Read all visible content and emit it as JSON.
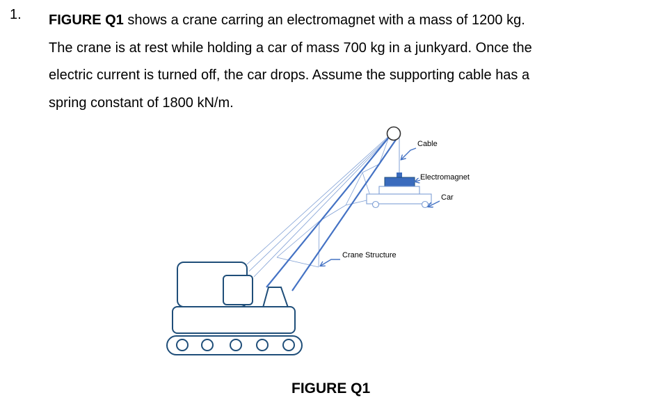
{
  "question": {
    "number": "1.",
    "figure_ref": "FIGURE  Q1",
    "lines": [
      " shows a crane carring an electromagnet with a mass of 1200 kg.",
      "The crane is at rest while holding a car of mass 700 kg in a junkyard. Once the",
      "electric current is turned off, the car drops. Assume the supporting cable has a",
      "spring constant of 1800 kN/m."
    ]
  },
  "figure": {
    "labels": {
      "cable": "Cable",
      "electromagnet": "Electromagnet",
      "car": "Car",
      "crane_structure": "Crane Structure"
    },
    "caption": "FIGURE  Q1",
    "colors": {
      "outline": "#1f4e79",
      "boom": "#4472c4",
      "electromagnet": "#3a6bbd",
      "arrow": "#4472c4",
      "label": "#000000"
    }
  }
}
